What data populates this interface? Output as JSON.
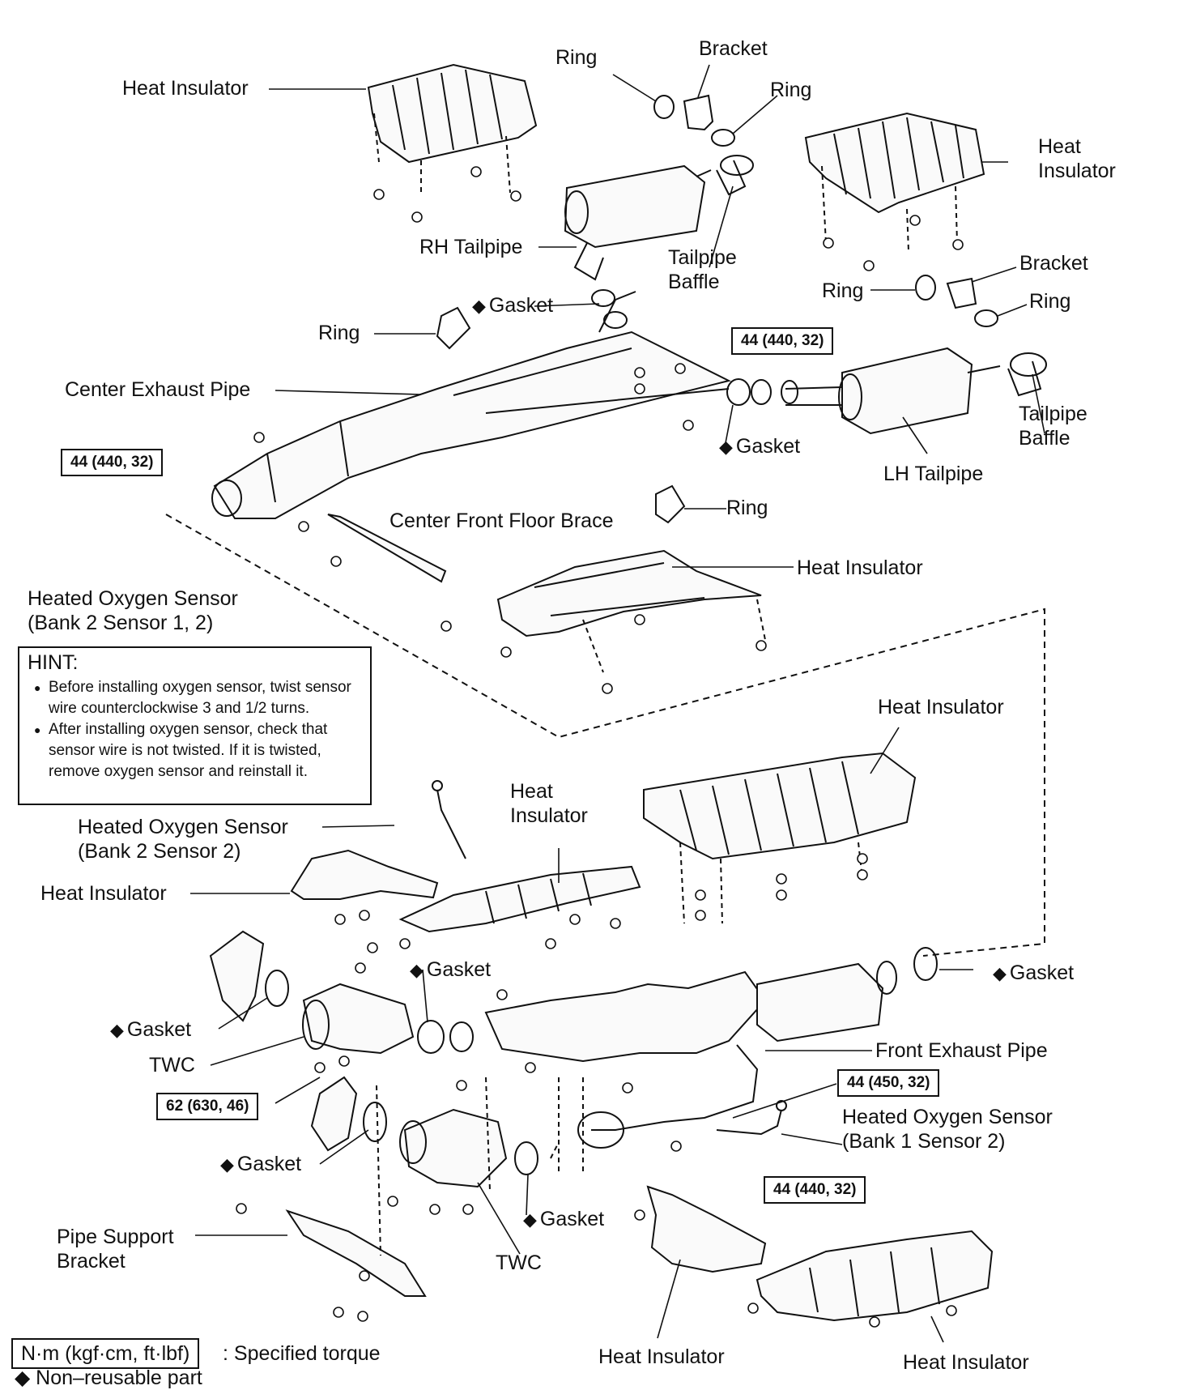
{
  "labels": {
    "heat_insulator_top_left": "Heat Insulator",
    "ring_top": "Ring",
    "bracket_top": "Bracket",
    "ring_top_right": "Ring",
    "heat_insulator_top_right": "Heat Insulator",
    "rh_tailpipe": "RH Tailpipe",
    "tailpipe_baffle_top": "Tailpipe Baffle",
    "bracket_right": "Bracket",
    "ring_right_left": "Ring",
    "ring_right_right": "Ring",
    "gasket_upper": "Gasket",
    "ring_left": "Ring",
    "center_exhaust_pipe": "Center Exhaust Pipe",
    "gasket_mid": "Gasket",
    "tailpipe_baffle_right": "Tailpipe Baffle",
    "lh_tailpipe": "LH Tailpipe",
    "ring_mid": "Ring",
    "center_front_floor_brace": "Center Front Floor Brace",
    "heat_insulator_mid": "Heat Insulator",
    "heated_oxygen_sensor_bank2_s12": "Heated Oxygen Sensor (Bank 2 Sensor 1, 2)",
    "heat_insulator_right_mid": "Heat Insulator",
    "heat_insulator_center": "Heat Insulator",
    "heated_oxygen_sensor_bank2_s2": "Heated Oxygen Sensor (Bank 2 Sensor 2)",
    "heat_insulator_left": "Heat Insulator",
    "gasket_lower_mid": "Gasket",
    "gasket_lower_right": "Gasket",
    "gasket_lower_left": "Gasket",
    "front_exhaust_pipe": "Front Exhaust Pipe",
    "twc_upper": "TWC",
    "heated_oxygen_sensor_bank1_s2": "Heated Oxygen Sensor (Bank 1 Sensor 2)",
    "gasket_bottom_left": "Gasket",
    "gasket_bottom_mid": "Gasket",
    "pipe_support_bracket": "Pipe Support Bracket",
    "twc_lower": "TWC",
    "heat_insulator_bottom_mid": "Heat Insulator",
    "heat_insulator_bottom_right": "Heat Insulator"
  },
  "torques": {
    "t1": "44 (440, 32)",
    "t2": "44 (440, 32)",
    "t3": "62 (630, 46)",
    "t4": "44 (450, 32)",
    "t5": "44 (440, 32)"
  },
  "hint": {
    "title": "HINT:",
    "items": [
      "Before installing oxygen sensor, twist sensor wire counterclockwise 3 and 1/2 turns.",
      "After installing oxygen sensor, check that sensor wire is not twisted. If it is twisted, remove oxygen sensor and reinstall it."
    ]
  },
  "legend": {
    "torque_unit": "N·m (kgf·cm, ft·lbf)",
    "torque_desc": ": Specified torque",
    "nonreusable": "◆ Non–reusable part"
  },
  "symbols": {
    "nonreusable": "◆"
  }
}
